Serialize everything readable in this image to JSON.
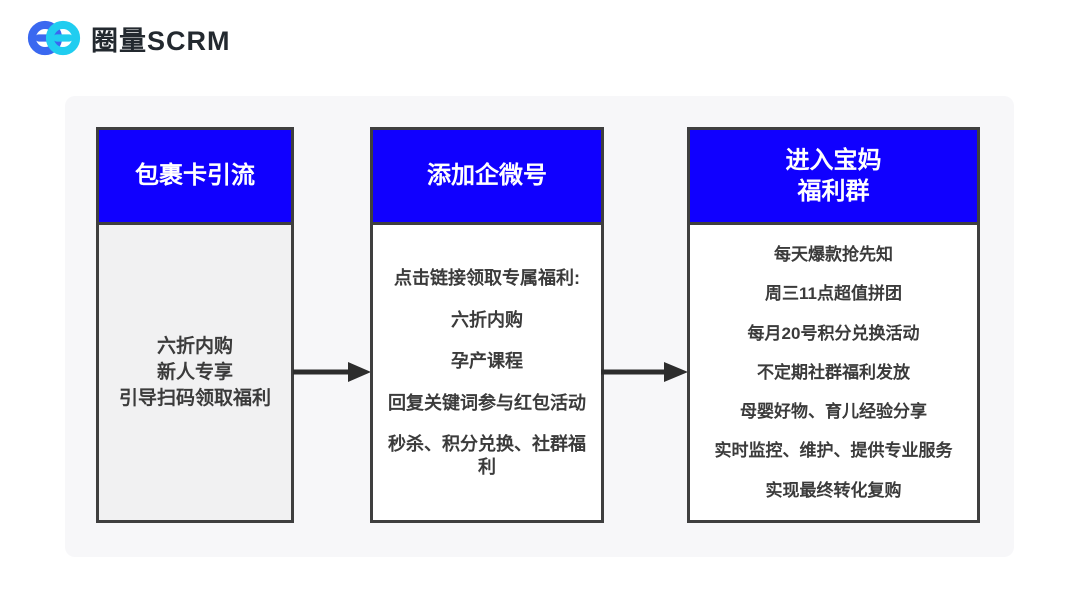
{
  "logo": {
    "text": "圈量SCRM",
    "left_ring_color": "#3a68f0",
    "right_ring_color": "#20cdf0"
  },
  "panel": {
    "background": "#f7f7f9",
    "header_bg": "#1000ff",
    "header_text_color": "#ffffff",
    "box_border_color": "#3f3f3f",
    "body_text_color": "#3b3b3b",
    "arrow_color": "#2d2d2d"
  },
  "flow": {
    "columns": [
      {
        "header_lines": [
          "包裹卡引流"
        ],
        "body_lines": [
          "六折内购",
          "新人专享",
          "引导扫码领取福利"
        ]
      },
      {
        "header_lines": [
          "添加企微号"
        ],
        "body_lines": [
          "点击链接领取专属福利:",
          "六折内购",
          "孕产课程",
          "回复关键词参与红包活动",
          "秒杀、积分兑换、社群福利"
        ]
      },
      {
        "header_lines": [
          "进入宝妈",
          "福利群"
        ],
        "body_lines": [
          "每天爆款抢先知",
          "周三11点超值拼团",
          "每月20号积分兑换活动",
          "不定期社群福利发放",
          "母婴好物、育儿经验分享",
          "实时监控、维护、提供专业服务",
          "实现最终转化复购"
        ]
      }
    ]
  }
}
